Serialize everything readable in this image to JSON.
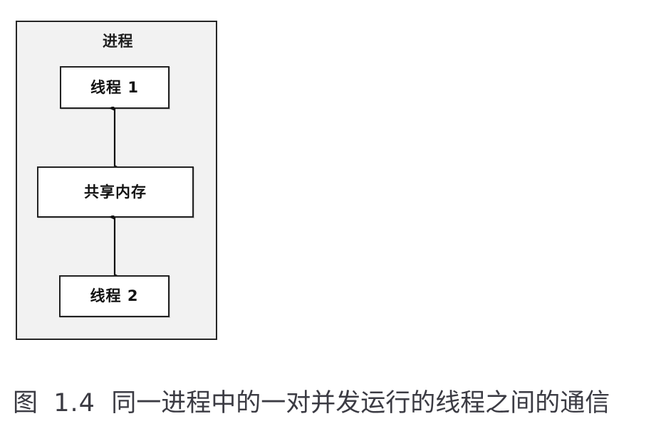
{
  "figure": {
    "caption": "图 1.4 同一进程中的一对并发运行的线程之间的通信",
    "caption_label": "图",
    "caption_number": "1.4",
    "caption_text": "同一进程中的一对并发运行的线程之间的通信"
  },
  "diagram": {
    "type": "block-diagram",
    "container": {
      "label": "进程",
      "fill_color": "#f2f2f2",
      "border_color": "#262626"
    },
    "nodes": [
      {
        "id": "thread-1",
        "label": "线程 1",
        "fill_color": "#ffffff",
        "border_color": "#222222"
      },
      {
        "id": "shared-memory",
        "label": "共享内存",
        "fill_color": "#ffffff",
        "border_color": "#222222"
      },
      {
        "id": "thread-2",
        "label": "线程 2",
        "fill_color": "#ffffff",
        "border_color": "#222222"
      }
    ],
    "connectors": [
      {
        "id": "thread-1-shared-memory",
        "from": "thread-1",
        "to": "shared-memory",
        "style": "double-headed-arrow",
        "color": "#111111"
      },
      {
        "id": "shared-memory-thread-2",
        "from": "shared-memory",
        "to": "thread-2",
        "style": "double-headed-arrow",
        "color": "#111111"
      }
    ]
  }
}
